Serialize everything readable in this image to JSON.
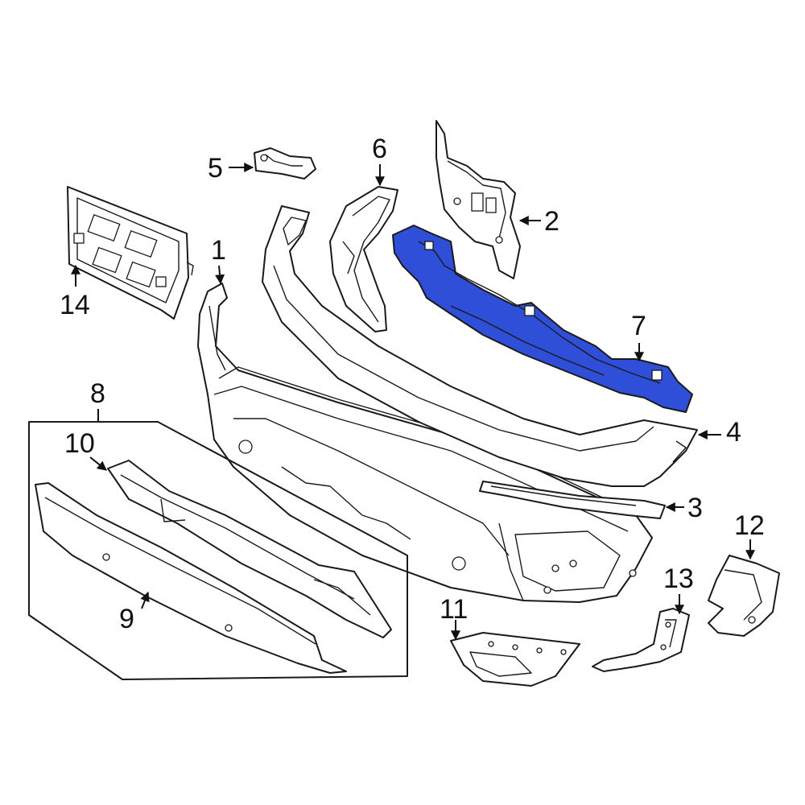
{
  "diagram": {
    "highlight_color": "#2f4fd8",
    "outline_color": "#1a1a1a",
    "callouts": [
      {
        "id": "1",
        "label": "1"
      },
      {
        "id": "2",
        "label": "2"
      },
      {
        "id": "3",
        "label": "3"
      },
      {
        "id": "4",
        "label": "4"
      },
      {
        "id": "5",
        "label": "5"
      },
      {
        "id": "6",
        "label": "6"
      },
      {
        "id": "7",
        "label": "7"
      },
      {
        "id": "8",
        "label": "8"
      },
      {
        "id": "9",
        "label": "9"
      },
      {
        "id": "10",
        "label": "10"
      },
      {
        "id": "11",
        "label": "11"
      },
      {
        "id": "12",
        "label": "12"
      },
      {
        "id": "13",
        "label": "13"
      },
      {
        "id": "14",
        "label": "14"
      }
    ]
  }
}
